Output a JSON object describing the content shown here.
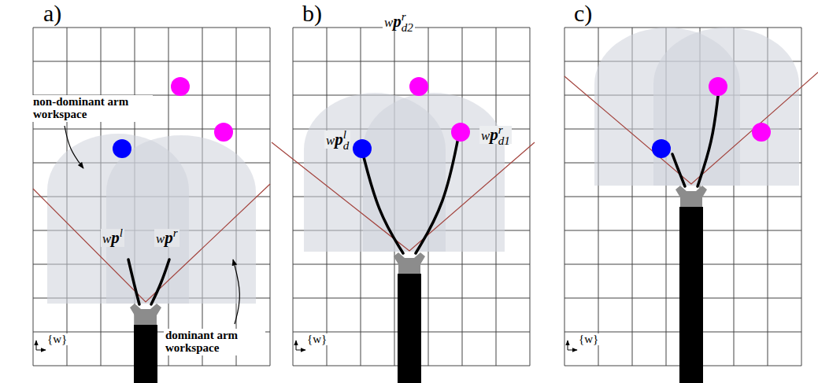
{
  "diagram": {
    "labels": [
      "a)",
      "b)",
      "c)",
      "non-dominant arm workspace",
      "dominant arm workspace",
      "w",
      "p",
      "l",
      "w",
      "p",
      "r",
      "w",
      "p",
      "l",
      "d",
      "w",
      "p",
      "r",
      "d2",
      "w",
      "p",
      "r",
      "d1",
      "{w}",
      "{w}",
      "{w}"
    ]
  }
}
